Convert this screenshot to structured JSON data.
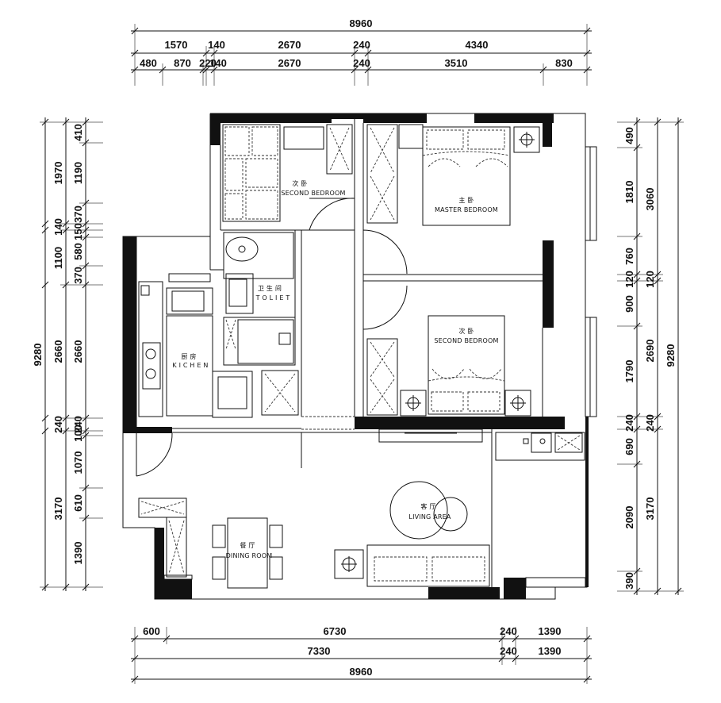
{
  "dimensions": {
    "top": {
      "overall": "8960",
      "row1": [
        "1570",
        "140",
        "2670",
        "240",
        "4340"
      ],
      "row2": [
        "480",
        "870",
        "220",
        "140",
        "2670",
        "240",
        "3510",
        "830"
      ]
    },
    "bottom": {
      "row1": [
        "600",
        "6730",
        "240",
        "1390"
      ],
      "row2": [
        "7330",
        "240",
        "1390"
      ],
      "overall": "8960"
    },
    "left": {
      "overall": "9280",
      "row1": [
        "1970",
        "140",
        "1100",
        "2660",
        "240",
        "3170"
      ],
      "row2": [
        "410",
        "1190",
        "370",
        "150",
        "580",
        "370",
        "2660",
        "240",
        "100",
        "1070",
        "610",
        "1390"
      ]
    },
    "right": {
      "overall": "9280",
      "row1": [
        "3060",
        "120",
        "2690",
        "240",
        "3170"
      ],
      "row2": [
        "490",
        "1810",
        "760",
        "120",
        "900",
        "1790",
        "240",
        "690",
        "2090",
        "390"
      ]
    }
  },
  "rooms": {
    "second_bedroom_1": {
      "cn": "次 卧",
      "en": "SECOND BEDROOM"
    },
    "master_bedroom": {
      "cn": "主 卧",
      "en": "MASTER BEDROOM"
    },
    "toilet": {
      "cn": "卫 生 间",
      "en": "T O L I E T"
    },
    "second_bedroom_2": {
      "cn": "次 卧",
      "en": "SECOND BEDROOM"
    },
    "kitchen": {
      "cn": "厨 房",
      "en": "K I C H E N"
    },
    "living": {
      "cn": "客 厅",
      "en": "LIVING   AREA"
    },
    "dining": {
      "cn": "餐 厅",
      "en": "DINING ROOM"
    }
  }
}
